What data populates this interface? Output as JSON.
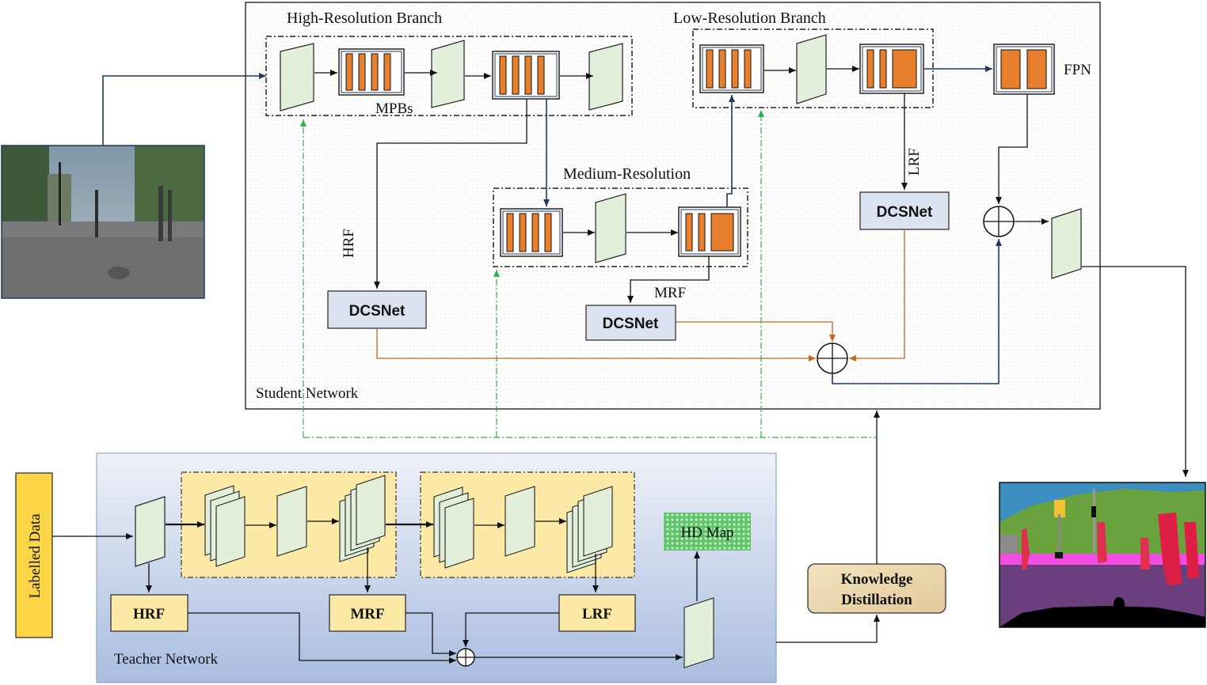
{
  "student": {
    "title": "Student Network",
    "high_branch": "High-Resolution Branch",
    "low_branch": "Low-Resolution Branch",
    "medium_branch": "Medium-Resolution",
    "mpbs": "MPBs",
    "fpn": "FPN",
    "hrf": "HRF",
    "mrf": "MRF",
    "lrf": "LRF",
    "dcs_high": "DCSNet",
    "dcs_medium": "DCSNet",
    "dcs_low": "DCSNet"
  },
  "teacher": {
    "title": "Teacher Network",
    "labelled": "Labelled Data",
    "hrf": "HRF",
    "mrf": "MRF",
    "lrf": "LRF",
    "hd_map": "HD Map"
  },
  "kd": {
    "line1": "Knowledge",
    "line2": "Distillation"
  },
  "colors": {
    "feature_green": "#e2efdb",
    "block_orange": "#e87f2c",
    "dcs_blue": "#dbe2f0",
    "teacher_top": "#eef1f8",
    "teacher_bottom": "#a9bde0",
    "teacher_region": "#fde9a6",
    "label_yellow": "#fbd543",
    "arrow_navy": "#1f3864",
    "arrow_orange": "#c4661f",
    "dash_green": "#2bb24c"
  }
}
